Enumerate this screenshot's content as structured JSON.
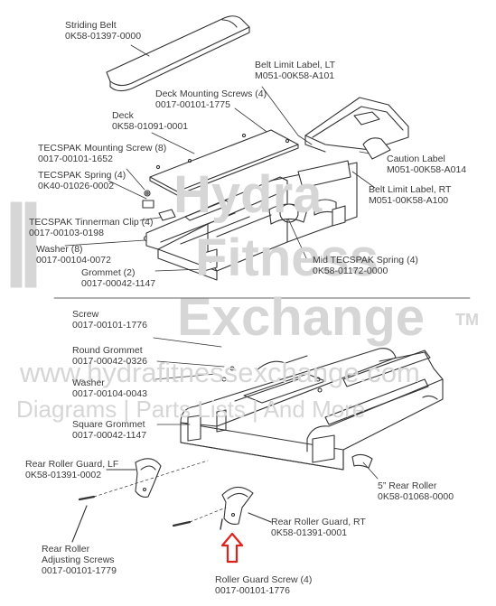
{
  "parts": {
    "striding_belt": {
      "name": "Striding Belt",
      "number": "0K58-01397-0000"
    },
    "belt_limit_lt": {
      "name": "Belt Limit Label, LT",
      "number": "M051-00K58-A101"
    },
    "deck_screws": {
      "name": "Deck Mounting Screws (4)",
      "number": "0017-00101-1775"
    },
    "deck": {
      "name": "Deck",
      "number": "0K58-01091-0001"
    },
    "tecspak_screw": {
      "name": "TECSPAK Mounting Screw (8)",
      "number": "0017-00101-1652"
    },
    "tecspak_spring": {
      "name": "TECSPAK Spring (4)",
      "number": "0K40-01026-0002"
    },
    "tecspak_clip": {
      "name": "TECSPAK Tinnerman Clip (4)",
      "number": "0017-00103-0198"
    },
    "washer_8": {
      "name": "Washer (8)",
      "number": "0017-00104-0072"
    },
    "grommet_2": {
      "name": "Grommet (2)",
      "number": "0017-00042-1147"
    },
    "caution_label": {
      "name": "Caution Label",
      "number": "M051-00K58-A014"
    },
    "belt_limit_rt": {
      "name": "Belt Limit Label, RT",
      "number": "M051-00K58-A100"
    },
    "mid_tecspak_spring": {
      "name": "Mid TECSPAK Spring (4)",
      "number": "0K58-01172-0000"
    },
    "screw": {
      "name": "Screw",
      "number": "0017-00101-1776"
    },
    "round_grommet": {
      "name": "Round Grommet",
      "number": "0017-00042-0326"
    },
    "washer": {
      "name": "Washer",
      "number": "0017-00104-0043"
    },
    "square_grommet": {
      "name": "Square Grommet",
      "number": "0017-00042-1147"
    },
    "rear_guard_lf": {
      "name": "Rear Roller Guard, LF",
      "number": "0K58-01391-0002"
    },
    "rear_roller": {
      "name": "5” Rear Roller",
      "number": "0K58-01068-0000"
    },
    "rear_guard_rt": {
      "name": "Rear Roller Guard, RT",
      "number": "0K58-01391-0001"
    },
    "adjusting_screws": {
      "name_line1": "Rear Roller",
      "name_line2": "Adjusting Screws",
      "number": "0017-00101-1779"
    },
    "guard_screw": {
      "name": "Roller Guard Screw (4)",
      "number": "0017-00101-1776"
    }
  },
  "watermark": {
    "brand_word1": "Hydra",
    "brand_word2": "Fitness",
    "brand_word3": "Exchange",
    "trademark": "TM",
    "url": "www.hydrafitnessexchange.com",
    "tagline": "Diagrams | Parts Lists | And More"
  },
  "colors": {
    "line": "#333333",
    "highlight_arrow": "#e0201b",
    "watermark": "#d6d6d6"
  }
}
